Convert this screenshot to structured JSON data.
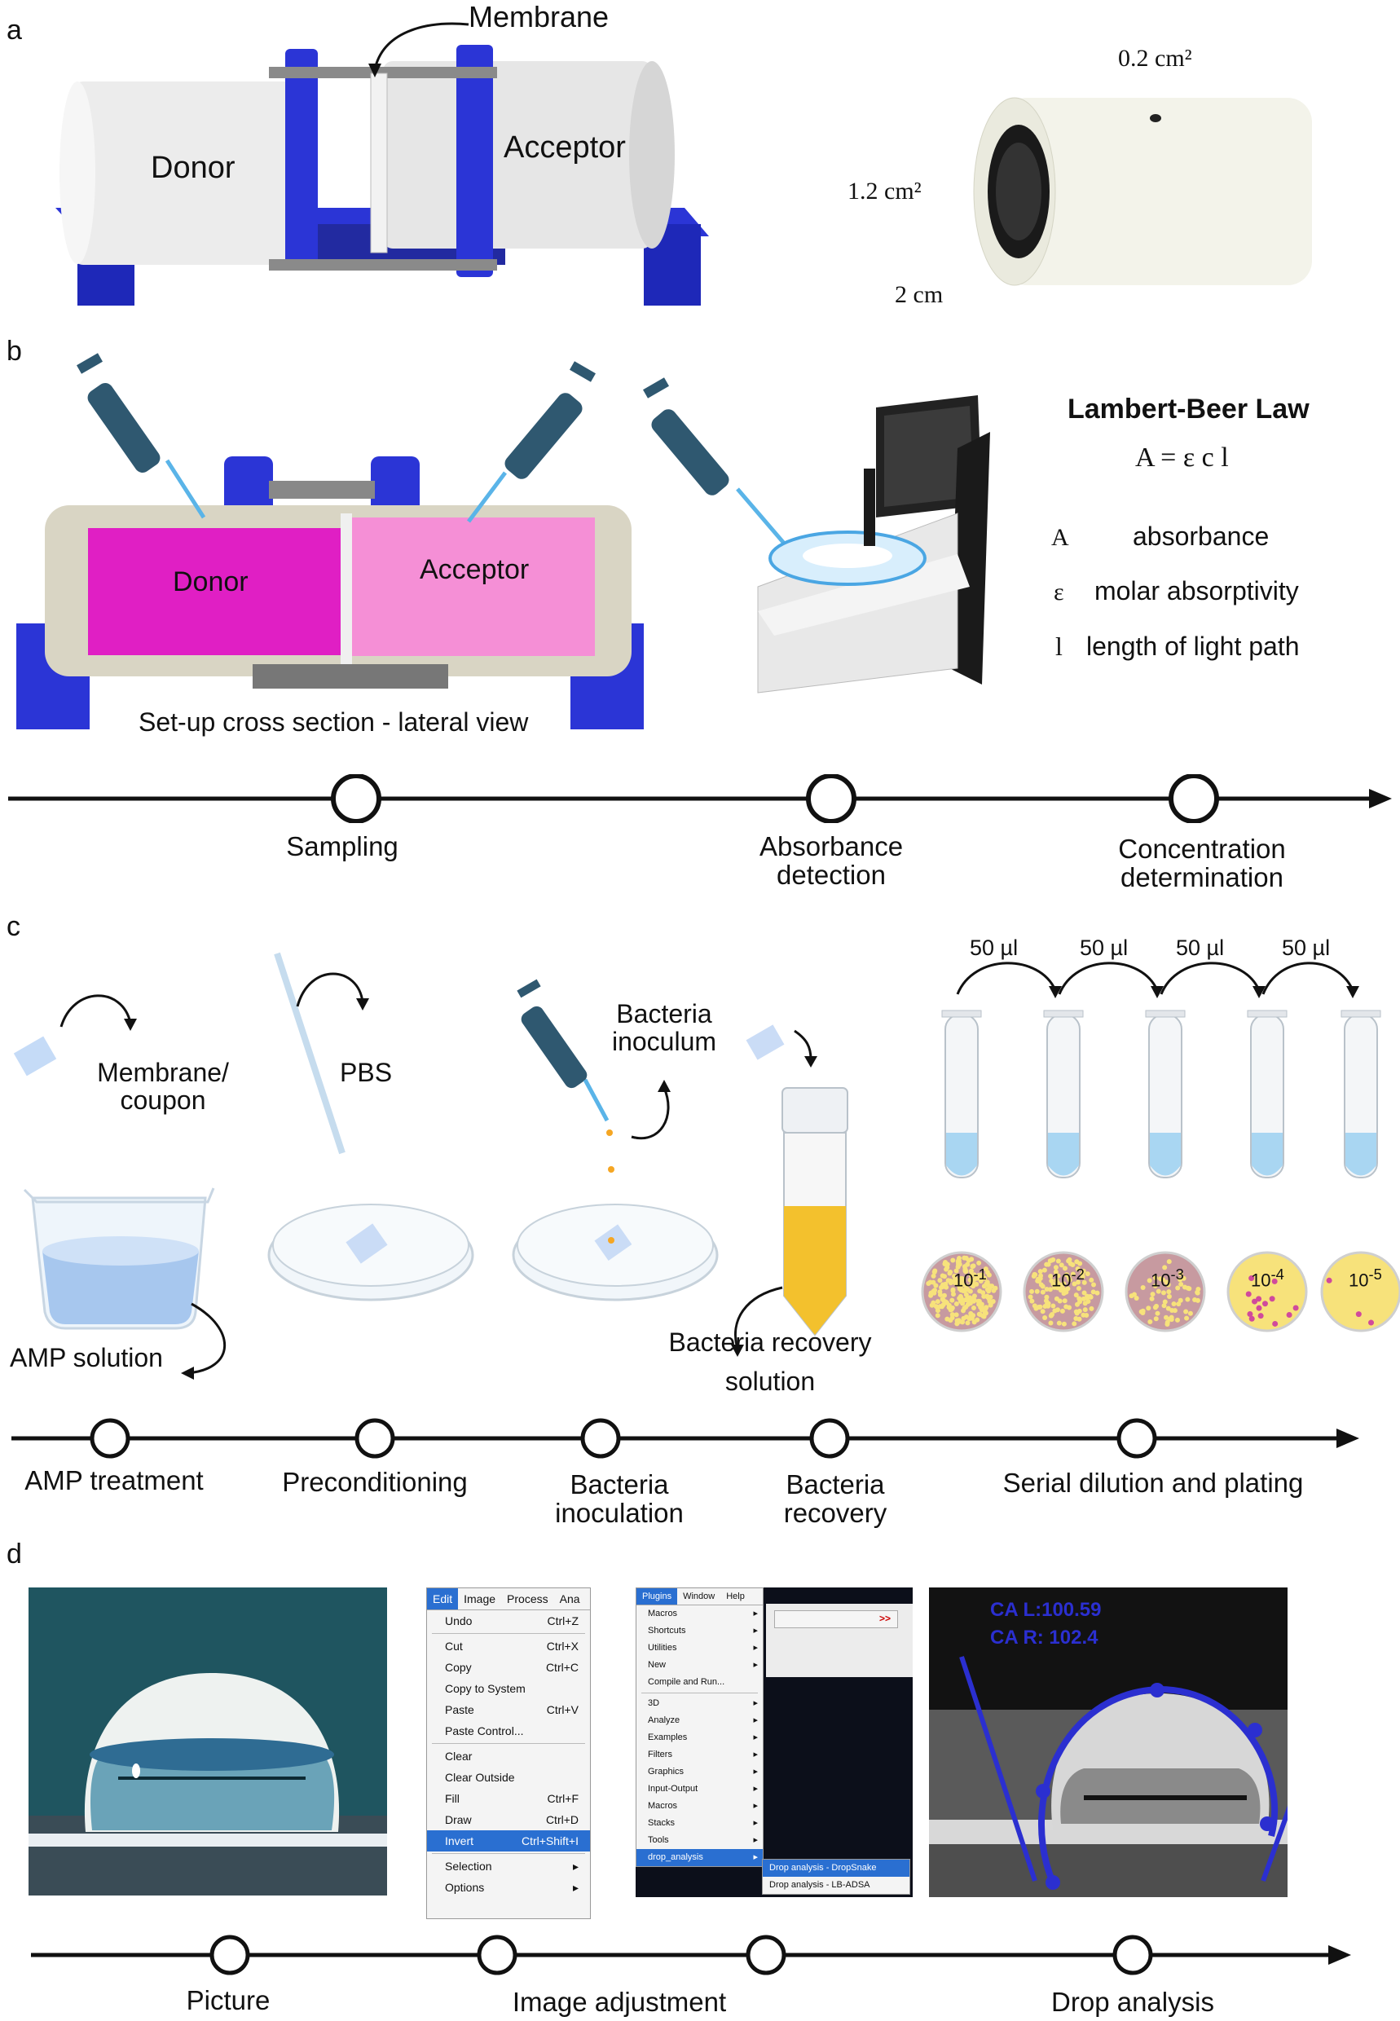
{
  "panel_a": {
    "letter": "a",
    "membrane": "Membrane",
    "donor": "Donor",
    "acceptor": "Acceptor",
    "area_small": "0.2 cm²",
    "area_large": "1.2 cm²",
    "length": "2 cm"
  },
  "panel_b": {
    "letter": "b",
    "donor": "Donor",
    "acceptor": "Acceptor",
    "caption": "Set-up cross section - lateral view",
    "law_title": "Lambert-Beer Law",
    "equation": "A = ε c l",
    "vars": [
      {
        "sym": "A",
        "desc": "absorbance"
      },
      {
        "sym": "ε",
        "desc": "molar absorptivity"
      },
      {
        "sym": "l",
        "desc": "length of light path"
      }
    ],
    "timeline": [
      "Sampling",
      "Absorbance detection",
      "Concentration determination"
    ]
  },
  "panel_c": {
    "letter": "c",
    "membrane": "Membrane/ coupon",
    "pbs": "PBS",
    "inoculum": "Bacteria inoculum",
    "amp": "AMP solution",
    "recovery": "Bacteria recovery solution",
    "transfer": "50 µl",
    "dilutions": [
      "10-1",
      "10-2",
      "10-3",
      "10-4",
      "10-5"
    ],
    "timeline": [
      "AMP treatment",
      "Preconditioning",
      "Bacteria inoculation",
      "Bacteria recovery",
      "Serial dilution and plating"
    ]
  },
  "panel_d": {
    "letter": "d",
    "edit_menu": {
      "bar": [
        "Edit",
        "Image",
        "Process",
        "Ana"
      ],
      "items": [
        {
          "label": "Undo",
          "key": "Ctrl+Z"
        },
        {
          "label": "Cut",
          "key": "Ctrl+X"
        },
        {
          "label": "Copy",
          "key": "Ctrl+C"
        },
        {
          "label": "Copy to System",
          "key": ""
        },
        {
          "label": "Paste",
          "key": "Ctrl+V"
        },
        {
          "label": "Paste Control...",
          "key": ""
        },
        {
          "label": "Clear",
          "key": ""
        },
        {
          "label": "Clear Outside",
          "key": ""
        },
        {
          "label": "Fill",
          "key": "Ctrl+F"
        },
        {
          "label": "Draw",
          "key": "Ctrl+D"
        },
        {
          "label": "Invert",
          "key": "Ctrl+Shift+I"
        },
        {
          "label": "Selection",
          "key": "▸"
        },
        {
          "label": "Options",
          "key": "▸"
        }
      ]
    },
    "plugins_menu": {
      "bar": [
        "Plugins",
        "Window",
        "Help"
      ],
      "items": [
        "Macros",
        "Shortcuts",
        "Utilities",
        "New",
        "Compile and Run...",
        "3D",
        "Analyze",
        "Examples",
        "Filters",
        "Graphics",
        "Input-Output",
        "Macros",
        "Stacks",
        "Tools",
        "drop_analysis"
      ],
      "submenu": [
        "Drop analysis - DropSnake",
        "Drop analysis - LB-ADSA"
      ],
      "toolbar_arrow": ">>"
    },
    "ca_left": "CA L:100.59",
    "ca_right": "CA R: 102.4",
    "timeline": [
      "Picture",
      "Image adjustment",
      "Drop analysis"
    ]
  },
  "colors": {
    "frame_blue": "#2b35d6",
    "donor_magenta": "#e01fc4",
    "acceptor_pink": "#f58fd6",
    "pipette": "#2f5870",
    "menu_highlight": "#2a6fd1",
    "fit_blue": "#2b2fd0"
  }
}
